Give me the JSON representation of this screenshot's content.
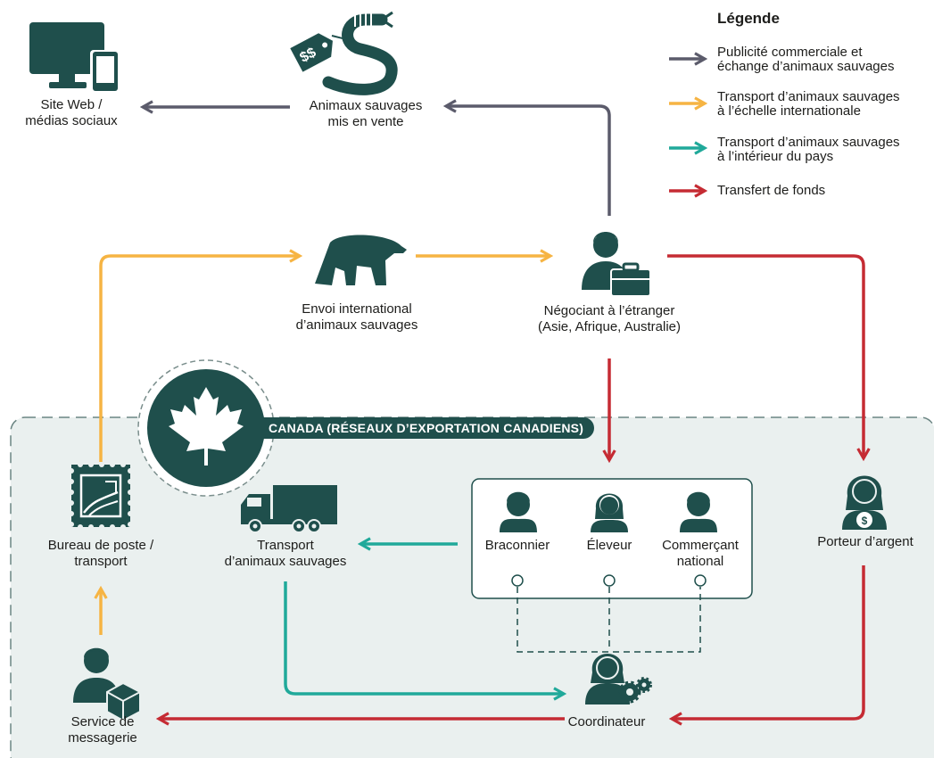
{
  "legend": {
    "title": "Légende",
    "items": [
      {
        "line1": "Publicité commerciale et",
        "line2": "échange d’animaux sauvages",
        "color": "#5b5b6b"
      },
      {
        "line1": "Transport d’animaux sauvages",
        "line2": "à l’échelle internationale",
        "color": "#f6b443"
      },
      {
        "line1": "Transport d’animaux sauvages",
        "line2": "à l’intérieur du pays",
        "color": "#20a99a"
      },
      {
        "line1": "Transfert de fonds",
        "line2": "",
        "color": "#c52b33"
      }
    ]
  },
  "colors": {
    "dark_teal": "#1f4f4c",
    "region_bg": "#eaf0ef",
    "advert": "#5b5b6b",
    "international": "#f6b443",
    "domestic": "#20a99a",
    "funds": "#c52b33"
  },
  "region": {
    "banner": "CANADA (RÉSEAUX D’EXPORTATION CANADIENS)",
    "icon": "maple-leaf-icon"
  },
  "nodes": {
    "website": {
      "line1": "Site Web /",
      "line2": "médias sociaux",
      "icon": "computer-phone-icon"
    },
    "for_sale": {
      "line1": "Animaux sauvages",
      "line2": "mis en vente",
      "icon": "snake-price-tag-icon"
    },
    "intl_shipment": {
      "line1": "Envoi international",
      "line2": "d’animaux sauvages",
      "icon": "polar-bear-icon"
    },
    "foreign_dealer": {
      "line1": "Négociant à l’étranger",
      "line2": "(Asie, Afrique, Australie)",
      "icon": "person-briefcase-icon"
    },
    "post_office": {
      "line1": "Bureau de poste /",
      "line2": "transport",
      "icon": "postage-stamp-icon"
    },
    "transport": {
      "line1": "Transport",
      "line2": "d’animaux sauvages",
      "icon": "truck-icon"
    },
    "poacher": {
      "line1": "Braconnier",
      "icon": "person-icon"
    },
    "breeder": {
      "line1": "Éleveur",
      "icon": "woman-icon"
    },
    "national_trader": {
      "line1": "Commerçant",
      "line2": "national",
      "icon": "person-icon"
    },
    "money_carrier": {
      "line1": "Porteur d’argent",
      "icon": "woman-money-icon"
    },
    "courier": {
      "line1": "Service de",
      "line2": "messagerie",
      "icon": "person-parcel-icon"
    },
    "coordinator": {
      "line1": "Coordinateur",
      "icon": "woman-gears-icon"
    }
  }
}
